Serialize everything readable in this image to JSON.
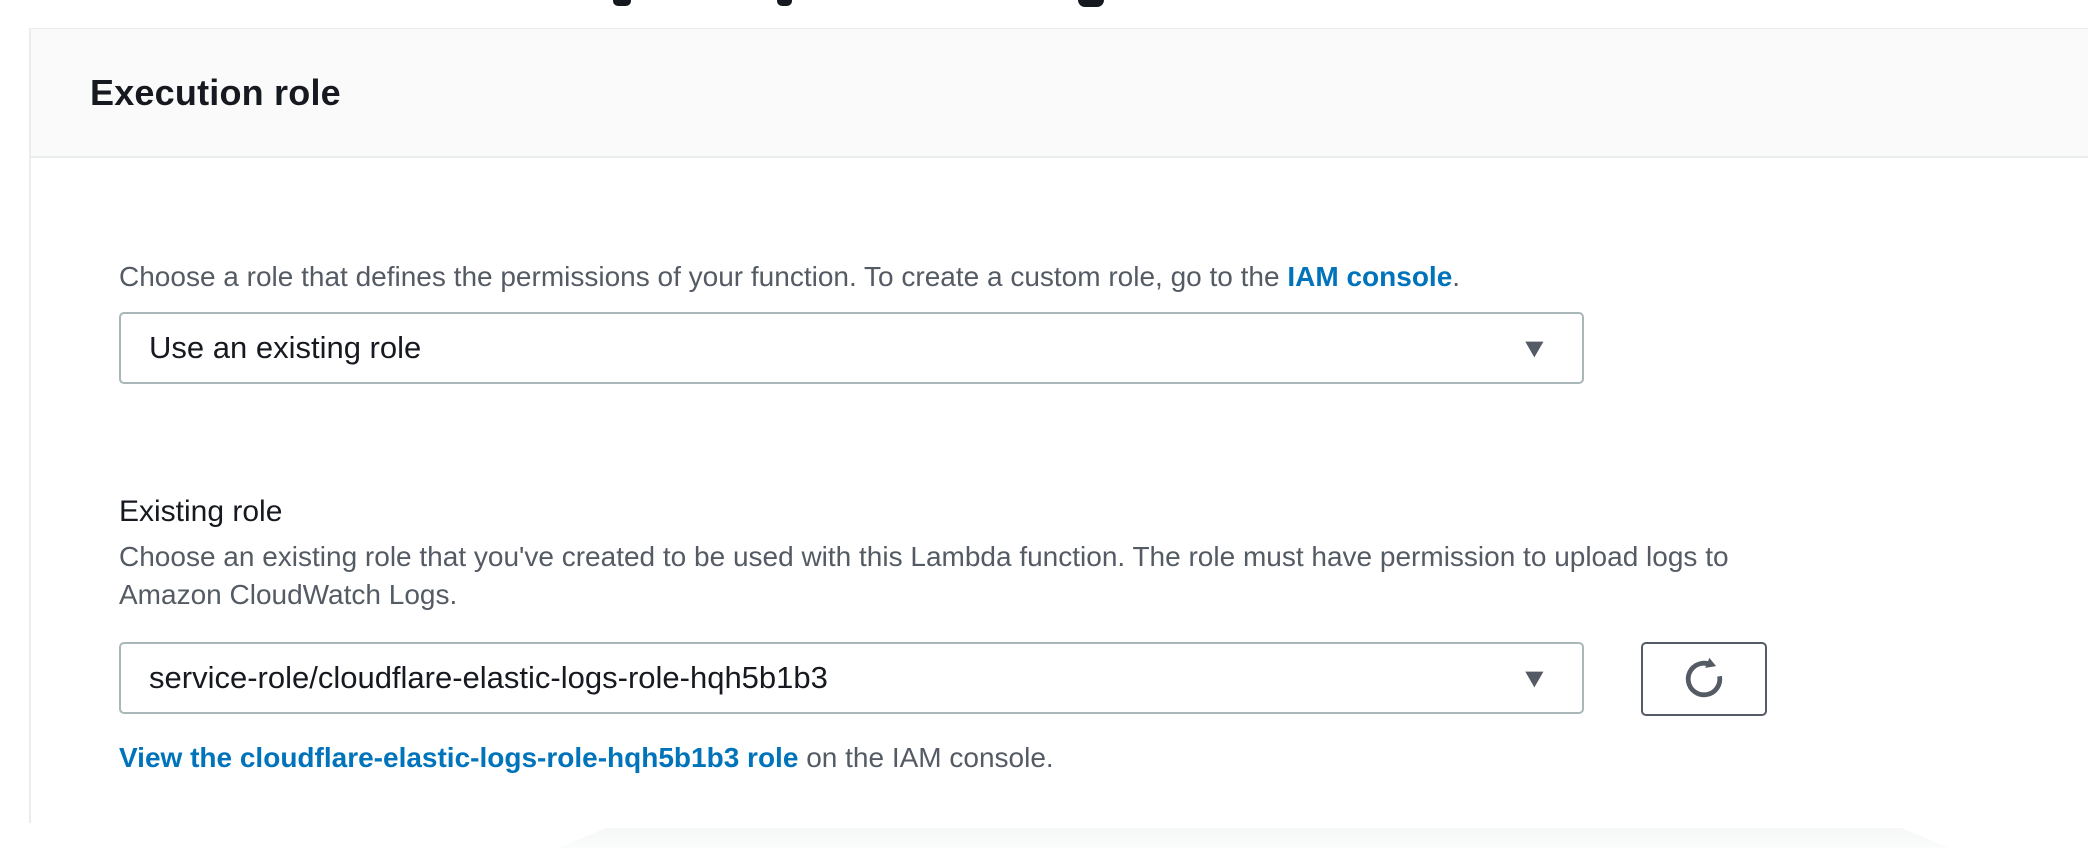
{
  "colors": {
    "header_bg": "#fafafa",
    "divider": "#eaeded",
    "input_border": "#aab7b8",
    "button_border": "#545b64",
    "text_primary": "#16191f",
    "text_secondary": "#545b64",
    "link": "#0073bb"
  },
  "icons": {
    "dropdown_arrow": "▼",
    "refresh": "refresh-icon"
  },
  "section": {
    "title": "Execution role",
    "intro": {
      "text_before": "Choose a role that defines the permissions of your function. To create a custom role, go to the ",
      "link_label": "IAM console",
      "text_after": "."
    },
    "role_source_select": {
      "value": "Use an existing role"
    },
    "existing_role": {
      "label": "Existing role",
      "description_line1": "Choose an existing role that you've created to be used with this Lambda function. The role must have permission to upload logs to",
      "description_line2": "Amazon CloudWatch Logs.",
      "select_value": "service-role/cloudflare-elastic-logs-role-hqh5b1b3",
      "view_link_label": "View the cloudflare-elastic-logs-role-hqh5b1b3 role",
      "view_link_suffix": " on the IAM console."
    }
  }
}
